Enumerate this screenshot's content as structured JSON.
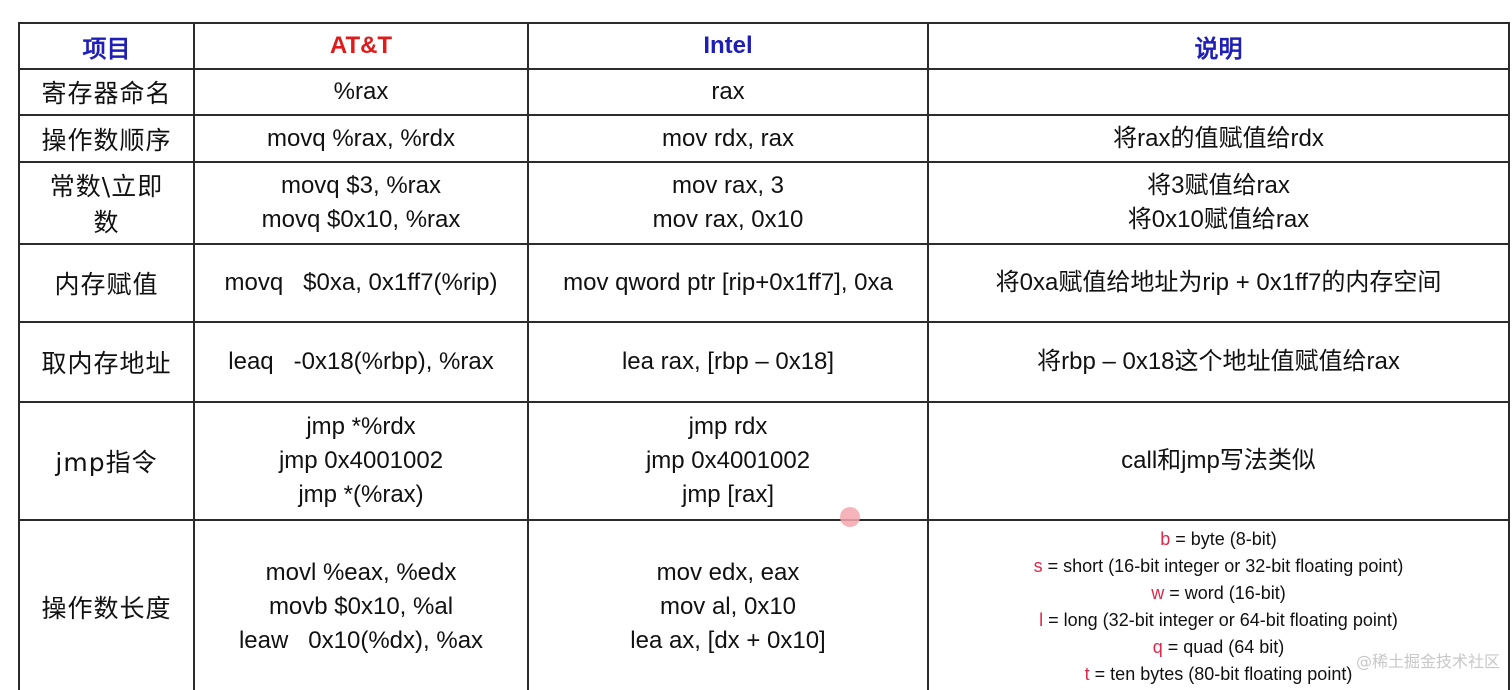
{
  "table": {
    "headers": {
      "item": "项目",
      "att": "AT&T",
      "intel": "Intel",
      "note": "说明"
    },
    "rows": [
      {
        "label": "寄存器命名",
        "att": [
          "%rax"
        ],
        "intel": [
          "rax"
        ],
        "note": [
          ""
        ]
      },
      {
        "label": "操作数顺序",
        "att": [
          "movq %rax, %rdx"
        ],
        "intel": [
          "mov rdx, rax"
        ],
        "note": [
          "将rax的值赋值给rdx"
        ]
      },
      {
        "label_lines": [
          "常数\\立即",
          "数"
        ],
        "att": [
          "movq $3, %rax",
          "movq $0x10, %rax"
        ],
        "intel": [
          "mov rax, 3",
          "mov rax, 0x10"
        ],
        "note": [
          "将3赋值给rax",
          "将0x10赋值给rax"
        ]
      },
      {
        "label": "内存赋值",
        "att": [
          "movq   $0xa, 0x1ff7(%rip)"
        ],
        "intel": [
          "mov qword ptr [rip+0x1ff7], 0xa"
        ],
        "note": [
          "将0xa赋值给地址为rip + 0x1ff7的内存空间"
        ]
      },
      {
        "label": "取内存地址",
        "att": [
          "leaq   -0x18(%rbp), %rax"
        ],
        "intel": [
          "lea rax, [rbp – 0x18]"
        ],
        "note": [
          "将rbp – 0x18这个地址值赋值给rax"
        ]
      },
      {
        "label": "jmp指令",
        "att": [
          "jmp *%rdx",
          "jmp 0x4001002",
          "jmp *(%rax)"
        ],
        "intel": [
          "jmp rdx",
          "jmp 0x4001002",
          "jmp [rax]"
        ],
        "note": [
          "call和jmp写法类似"
        ]
      },
      {
        "label": "操作数长度",
        "att": [
          "movl %eax, %edx",
          "movb $0x10, %al",
          "leaw   0x10(%dx), %ax"
        ],
        "intel": [
          "mov edx, eax",
          "mov al, 0x10",
          "lea ax, [dx + 0x10]"
        ],
        "suffixes": [
          {
            "key": "b",
            "desc": " = byte (8-bit)"
          },
          {
            "key": "s",
            "desc": " = short (16-bit integer or 32-bit floating point)"
          },
          {
            "key": "w",
            "desc": " = word (16-bit)"
          },
          {
            "key": "l",
            "desc": " = long (32-bit integer or 64-bit floating point)"
          },
          {
            "key": "q",
            "desc": " = quad (64 bit)"
          },
          {
            "key": "t",
            "desc": " = ten bytes (80-bit floating point)"
          }
        ]
      }
    ]
  },
  "watermark": "@稀土掘金技术社区",
  "colors": {
    "header_blue": "#1f1fb8",
    "header_red": "#e01b1b",
    "suffix_key": "#e0264a",
    "border": "#2b2b2b"
  }
}
